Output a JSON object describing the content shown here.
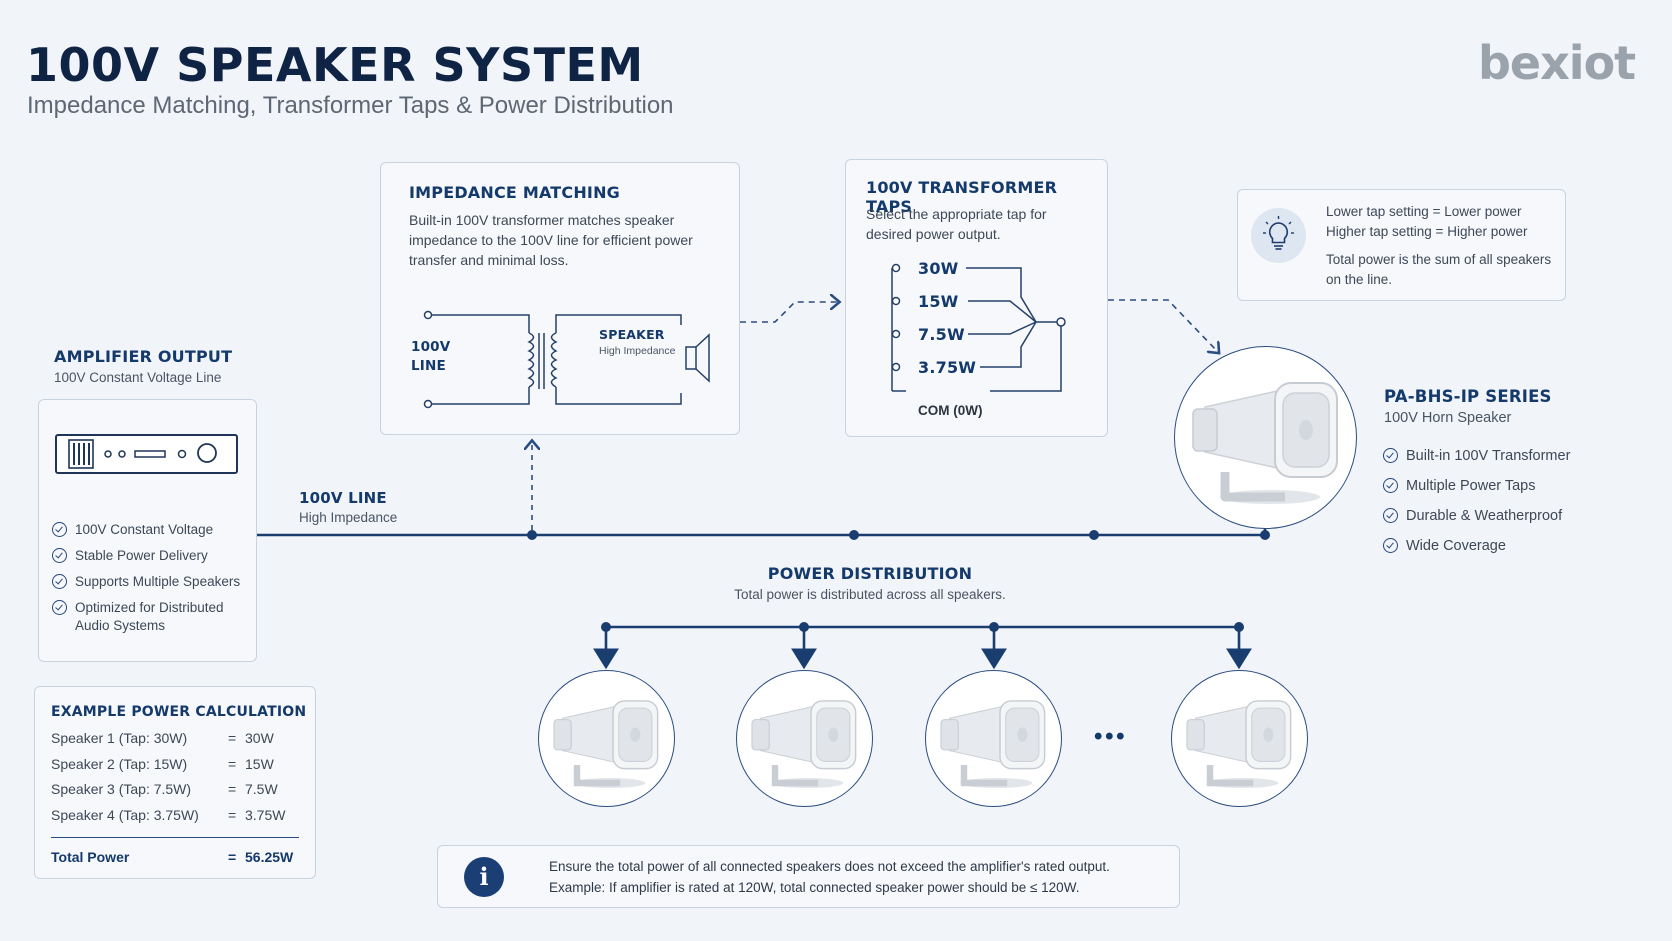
{
  "header": {
    "title": "100V SPEAKER SYSTEM",
    "subtitle": "Impedance Matching, Transformer Taps & Power Distribution",
    "logo_text": "bexiot"
  },
  "amplifier": {
    "title": "AMPLIFIER OUTPUT",
    "subtitle": "100V Constant Voltage Line",
    "features": [
      "100V Constant Voltage",
      "Stable Power Delivery",
      "Supports Multiple Speakers",
      "Optimized for Distributed Audio Systems"
    ]
  },
  "line": {
    "title": "100V LINE",
    "subtitle": "High Impedance"
  },
  "impedance": {
    "title": "IMPEDANCE MATCHING",
    "description": "Built-in 100V transformer matches speaker impedance to the 100V line for efficient power transfer and minimal loss.",
    "left_label": "100V LINE",
    "right_label": "SPEAKER",
    "right_sublabel": "High Impedance"
  },
  "taps": {
    "title": "100V TRANSFORMER TAPS",
    "description": "Select the appropriate tap for desired power output.",
    "items": [
      "30W",
      "15W",
      "7.5W",
      "3.75W"
    ],
    "common": "COM (0W)"
  },
  "tip": {
    "line1": "Lower tap setting = Lower power",
    "line2": "Higher tap setting = Higher power",
    "line3": "Total power is the sum of all speakers on the line."
  },
  "product": {
    "title": "PA-BHS-IP SERIES",
    "subtitle": "100V Horn Speaker",
    "features": [
      "Built-in 100V Transformer",
      "Multiple Power Taps",
      "Durable & Weatherproof",
      "Wide Coverage"
    ]
  },
  "distribution": {
    "title": "POWER DISTRIBUTION",
    "subtitle": "Total power is distributed across all speakers.",
    "ellipsis": "• • •"
  },
  "calculation": {
    "title": "EXAMPLE POWER CALCULATION",
    "rows": [
      {
        "label": "Speaker 1 (Tap: 30W)",
        "eq": "=",
        "value": "30W"
      },
      {
        "label": "Speaker 2 (Tap: 15W)",
        "eq": "=",
        "value": "15W"
      },
      {
        "label": "Speaker 3 (Tap: 7.5W)",
        "eq": "=",
        "value": "7.5W"
      },
      {
        "label": "Speaker 4 (Tap: 3.75W)",
        "eq": "=",
        "value": "3.75W"
      }
    ],
    "total_label": "Total Power",
    "total_eq": "=",
    "total_value": "56.25W"
  },
  "note": {
    "icon": "i",
    "line1": "Ensure the total power of all connected speakers does not exceed the amplifier's rated output.",
    "line2": "Example: If amplifier is rated at 120W, total connected speaker power should be ≤ 120W."
  },
  "colors": {
    "navy": "#14396b",
    "line": "#1a3d70",
    "background": "#f1f4f8",
    "border": "#c9d3df"
  }
}
